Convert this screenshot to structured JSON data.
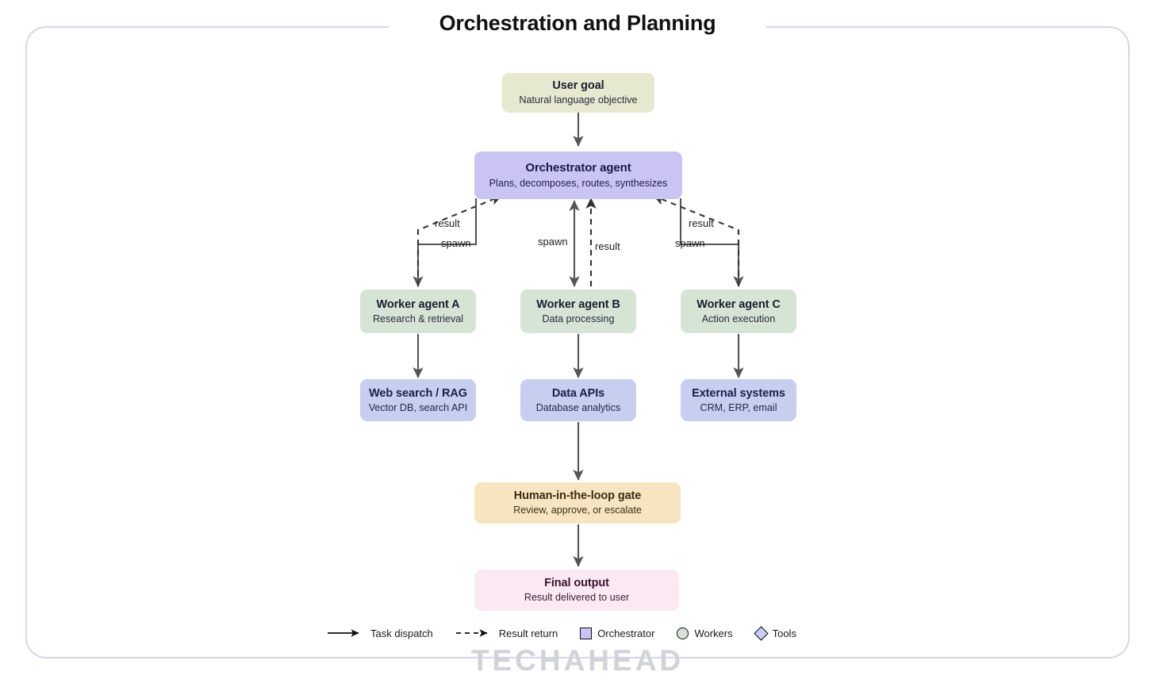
{
  "title": "Orchestration and Planning",
  "watermark": "TECHAHEAD",
  "colors": {
    "frame_border": "#d7d4ee",
    "user_goal": "#e6e9d0",
    "orchestrator": "#c9c4f4",
    "worker": "#d5e4d4",
    "tool": "#c8cef0",
    "gate": "#f7e5c2",
    "final_output": "#fae9f2",
    "edge": "#555555",
    "text": "#1d1d2e"
  },
  "nodes": {
    "user_goal": {
      "title": "User goal",
      "subtitle": "Natural language objective"
    },
    "orchestrator": {
      "title": "Orchestrator agent",
      "subtitle": "Plans, decomposes, routes, synthesizes"
    },
    "worker_a": {
      "title": "Worker agent A",
      "subtitle": "Research & retrieval"
    },
    "worker_b": {
      "title": "Worker agent B",
      "subtitle": "Data processing"
    },
    "worker_c": {
      "title": "Worker agent C",
      "subtitle": "Action execution"
    },
    "tool_a": {
      "title": "Web search / RAG",
      "subtitle": "Vector DB, search API"
    },
    "tool_b": {
      "title": "Data APIs",
      "subtitle": "Database analytics"
    },
    "tool_c": {
      "title": "External systems",
      "subtitle": "CRM, ERP, email"
    },
    "gate": {
      "title": "Human-in-the-loop gate",
      "subtitle": "Review, approve, or escalate"
    },
    "final": {
      "title": "Final output",
      "subtitle": "Result delivered to user"
    }
  },
  "edge_labels": {
    "left_result": "result",
    "left_spawn": "spawn",
    "mid_spawn": "spawn",
    "mid_result": "result",
    "right_result": "result",
    "right_spawn": "spawn"
  },
  "legend": [
    {
      "kind": "solid-arrow",
      "label": "Task dispatch"
    },
    {
      "kind": "dashed-arrow",
      "label": "Result return"
    },
    {
      "kind": "square",
      "label": "Orchestrator"
    },
    {
      "kind": "circle",
      "label": "Workers"
    },
    {
      "kind": "diamond",
      "label": "Tools"
    }
  ]
}
